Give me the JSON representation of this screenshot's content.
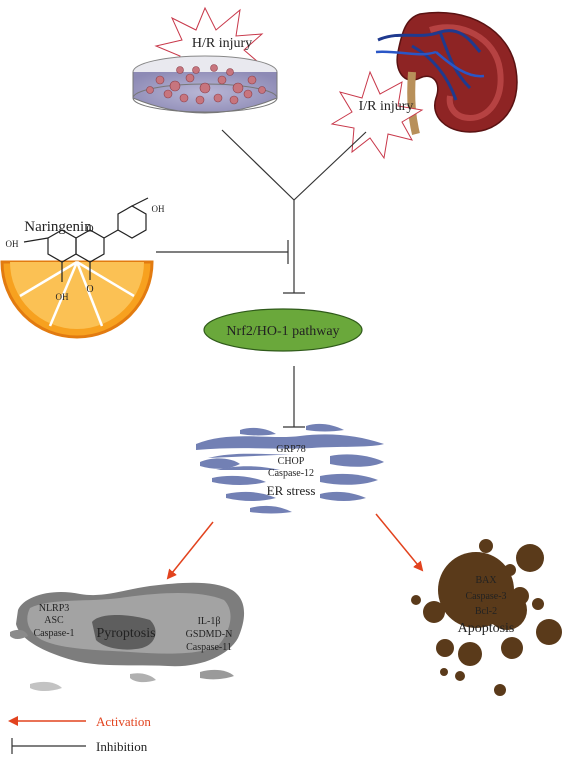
{
  "labels": {
    "hr_injury": "H/R injury",
    "ir_injury": "I/R injury",
    "naringenin": "Naringenin",
    "oh_top": "OH",
    "oh_left": "OH",
    "oh_bottom": "OH",
    "carbonyl_o": "O",
    "ring_o": "O",
    "pathway": "Nrf2/HO-1 pathway",
    "er_markers": [
      "GRP78",
      "CHOP",
      "Caspase-12"
    ],
    "er_title": "ER stress",
    "pyro_left_markers": [
      "NLRP3",
      "ASC",
      "Caspase-1"
    ],
    "pyro_title": "Pyroptosis",
    "pyro_right_markers": [
      "IL-1β",
      "GSDMD-N",
      "Caspase-11"
    ],
    "apo_markers": [
      "BAX",
      "Caspase-3",
      "Bcl-2"
    ],
    "apo_title": "Apoptosis"
  },
  "legend": {
    "activation": "Activation",
    "inhibition": "Inhibition"
  },
  "colors": {
    "activation_arrow": "#e2431e",
    "pathway_fill": "#6aa83b",
    "orange": "#f39a1e",
    "apoptosis_brown": "#5a3a1a"
  }
}
